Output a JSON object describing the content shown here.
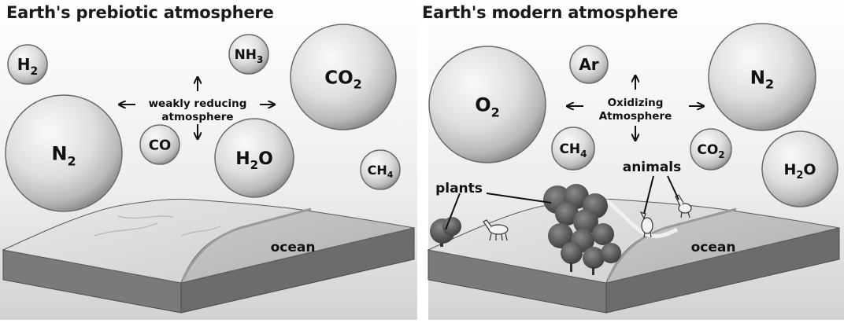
{
  "panels": {
    "prebiotic": {
      "title": "Earth's prebiotic atmosphere",
      "molecules": [
        {
          "label": "H",
          "sub": "2"
        },
        {
          "label": "NH",
          "sub": "3"
        },
        {
          "label": "CO",
          "sub": "2"
        },
        {
          "label": "N",
          "sub": "2"
        },
        {
          "label": "CO",
          "sub": ""
        },
        {
          "label": "H",
          "sub": "2",
          "tail": "O"
        },
        {
          "label": "CH",
          "sub": "4"
        }
      ],
      "center_label": [
        "weakly reducing",
        "atmosphere"
      ],
      "ocean_label": "ocean"
    },
    "modern": {
      "title": "Earth's modern atmosphere",
      "molecules": [
        {
          "label": "O",
          "sub": "2"
        },
        {
          "label": "Ar",
          "sub": ""
        },
        {
          "label": "N",
          "sub": "2"
        },
        {
          "label": "CH",
          "sub": "4"
        },
        {
          "label": "CO",
          "sub": "2"
        },
        {
          "label": "H",
          "sub": "2",
          "tail": "O"
        }
      ],
      "center_label": [
        "Oxidizing",
        "Atmosphere"
      ],
      "plants_label": "plants",
      "animals_label": "animals",
      "ocean_label": "ocean"
    }
  }
}
